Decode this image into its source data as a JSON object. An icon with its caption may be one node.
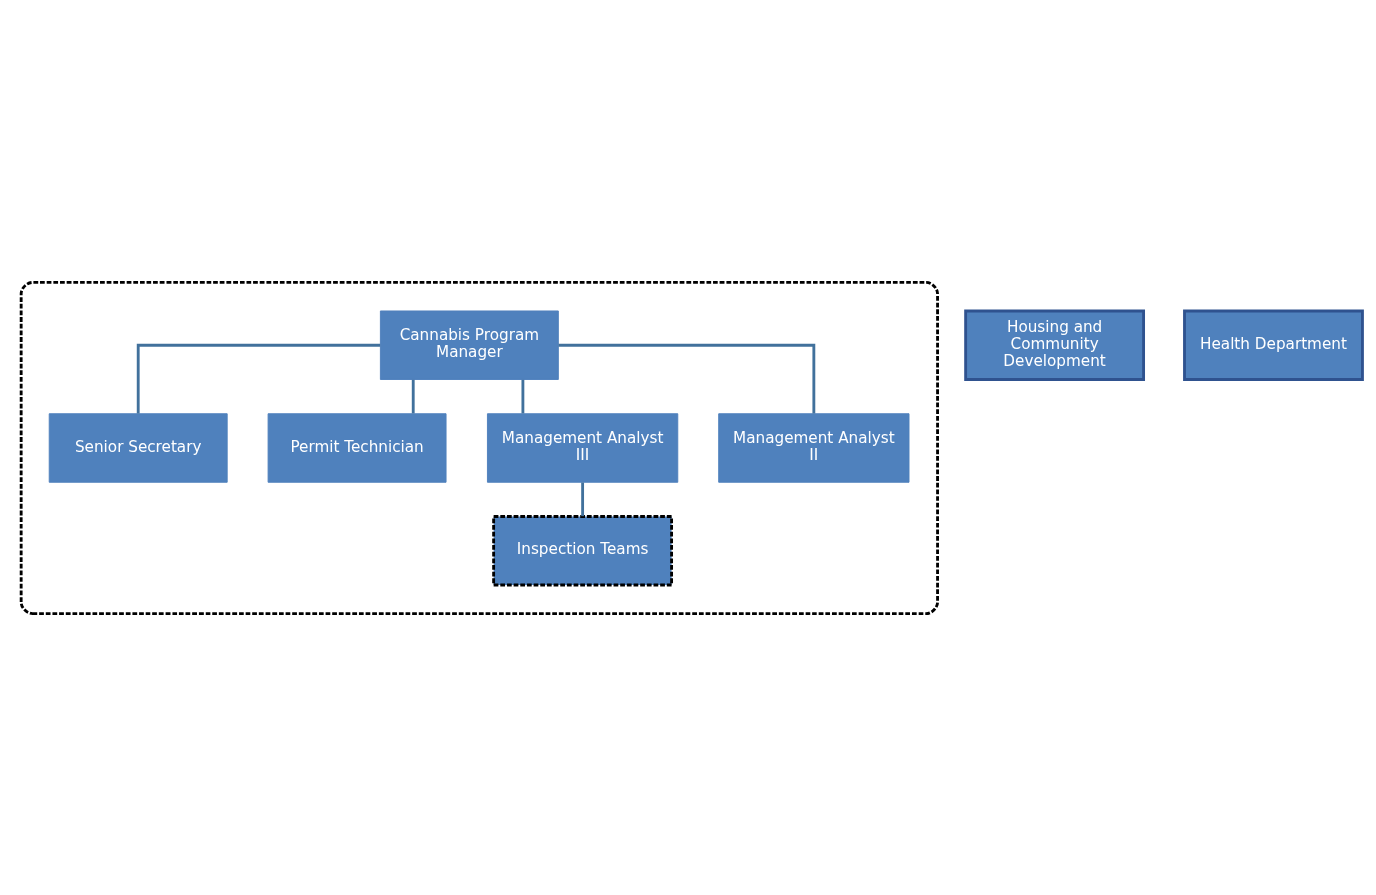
{
  "diagram": {
    "nodes": [
      {
        "text": [],
        "shape": "ellipse"
      },
      {
        "text": [
          "Cannabis Program Manager"
        ],
        "in": 0
      },
      {
        "text": [
          "Senior Secretary"
        ],
        "in": 0
      },
      {
        "text": [
          "Permit Technician"
        ],
        "in": 0
      },
      {
        "text": [
          "Housing and Community Development"
        ]
      },
      {
        "text": [
          "Health Department"
        ]
      },
      {
        "text": [
          "Management Analyst III"
        ],
        "in": 0
      },
      {
        "text": [
          "Management Analyst II"
        ],
        "in": 0
      },
      {
        "text": [
          "Inspection Teams"
        ],
        "in": 0
      }
    ],
    "edges": [
      {
        "from": 1,
        "to": 2,
        "arrow": "none"
      },
      {
        "from": 1,
        "to": 3,
        "arrow": "none"
      },
      {
        "from": 1,
        "to": 6,
        "arrow": "none"
      },
      {
        "from": 1,
        "to": 7,
        "arrow": "none"
      },
      {
        "from": 6,
        "to": 8,
        "arrow": "none"
      }
    ]
  }
}
